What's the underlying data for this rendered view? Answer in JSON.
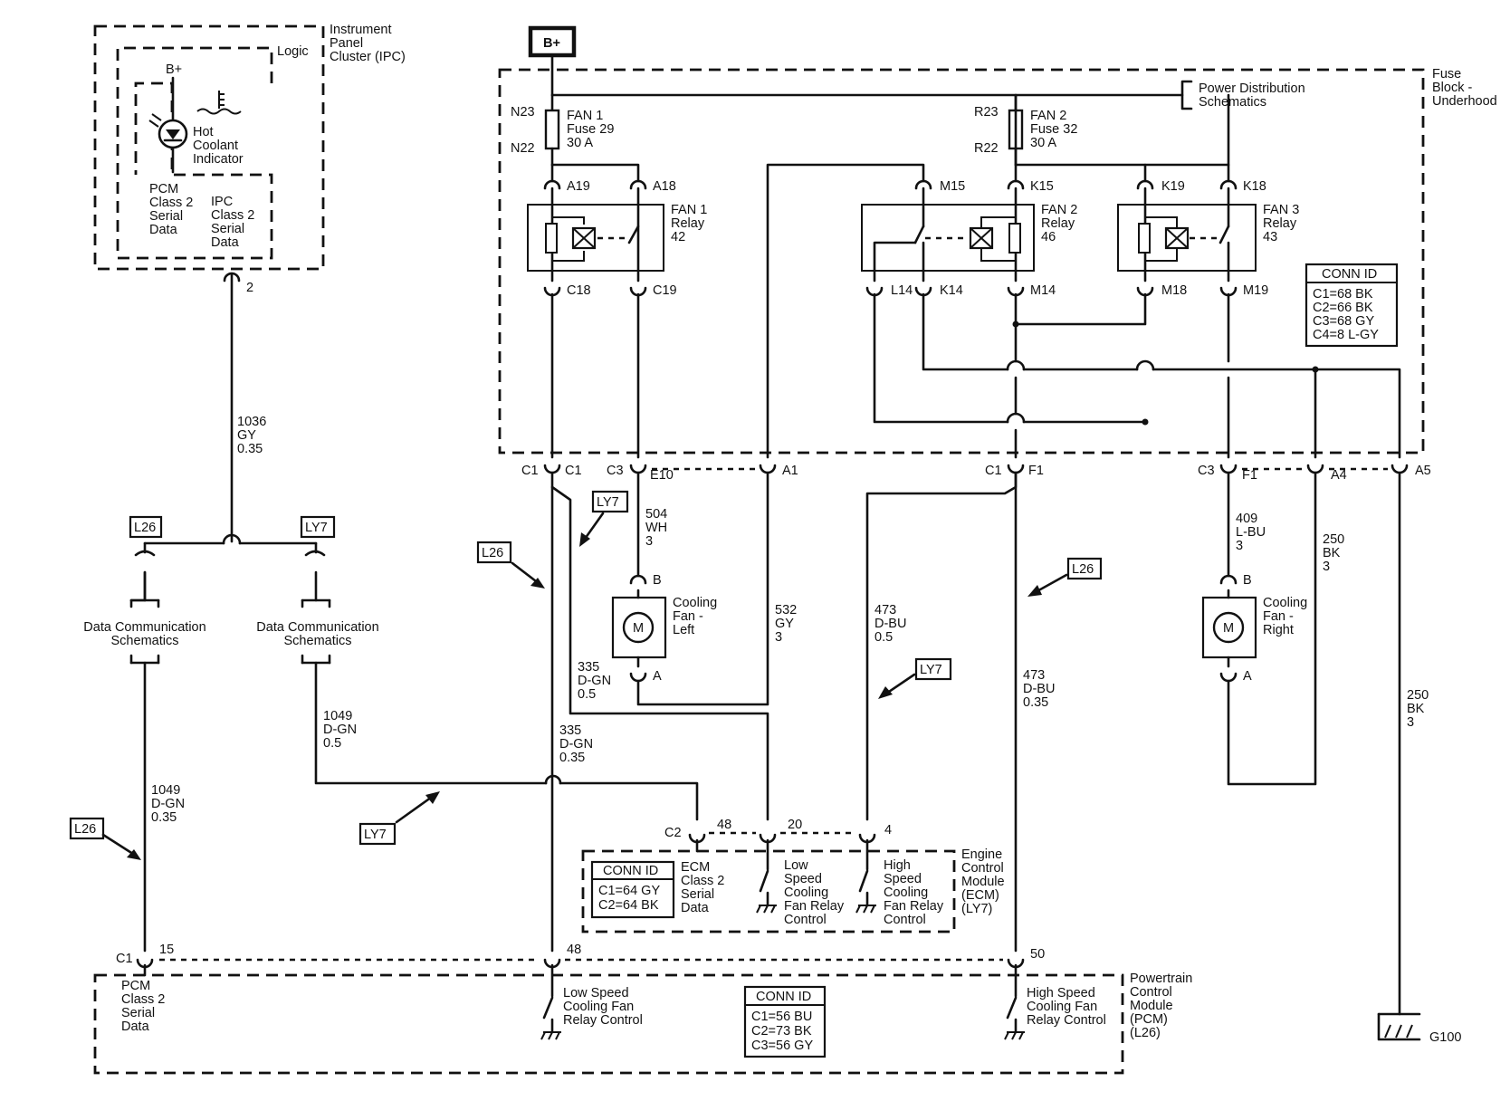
{
  "ipc": {
    "title_lines": [
      "Instrument",
      "Panel",
      "Cluster (IPC)"
    ],
    "logic": "Logic",
    "bplus": "B+",
    "indicator_lines": [
      "Hot",
      "Coolant",
      "Indicator"
    ],
    "pcm_serial_lines": [
      "PCM",
      "Class 2",
      "Serial",
      "Data"
    ],
    "ipc_serial_lines": [
      "IPC",
      "Class 2",
      "Serial",
      "Data"
    ],
    "pin": "2"
  },
  "bplus_label": "B+",
  "fuse_block": {
    "title_lines": [
      "Fuse",
      "Block -",
      "Underhood"
    ],
    "power_dist_lines": [
      "Power Distribution",
      "Schematics"
    ],
    "fuse1": {
      "top": "N23",
      "bottom": "N22",
      "lines": [
        "FAN 1",
        "Fuse 29",
        "30 A"
      ]
    },
    "fuse2": {
      "top": "R23",
      "bottom": "R22",
      "lines": [
        "FAN 2",
        "Fuse 32",
        "30 A"
      ]
    },
    "relay1": {
      "lines": [
        "FAN 1",
        "Relay",
        "42"
      ],
      "pins": [
        "A19",
        "A18",
        "C18",
        "C19"
      ]
    },
    "relay2": {
      "lines": [
        "FAN 2",
        "Relay",
        "46"
      ],
      "pins": [
        "M15",
        "K15",
        "L14",
        "K14",
        "M14"
      ]
    },
    "relay3": {
      "lines": [
        "FAN 3",
        "Relay",
        "43"
      ],
      "pins": [
        "K19",
        "K18",
        "M18",
        "M19"
      ]
    },
    "conn_id": {
      "title": "CONN ID",
      "rows": [
        "C1=68 BK",
        "C2=66 BK",
        "C3=68 GY",
        "C4=8 L-GY"
      ]
    },
    "bottom_pins": [
      "C1",
      "C1",
      "C3",
      "E10",
      "A1",
      "C1",
      "F1",
      "C3",
      "F1",
      "A4",
      "A5"
    ]
  },
  "tags": {
    "l26": "L26",
    "ly7": "LY7"
  },
  "data_comm": [
    "Data Communication",
    "Schematics"
  ],
  "wires": {
    "w1036": [
      "1036",
      "GY",
      "0.35"
    ],
    "w504": [
      "504",
      "WH",
      "3"
    ],
    "w532": [
      "532",
      "GY",
      "3"
    ],
    "w335a": [
      "335",
      "D-GN",
      "0.5"
    ],
    "w335b": [
      "335",
      "D-GN",
      "0.35"
    ],
    "w473a": [
      "473",
      "D-BU",
      "0.5"
    ],
    "w473b": [
      "473",
      "D-BU",
      "0.35"
    ],
    "w409": [
      "409",
      "L-BU",
      "3"
    ],
    "w250a": [
      "250",
      "BK",
      "3"
    ],
    "w250b": [
      "250",
      "BK",
      "3"
    ],
    "w1049a": [
      "1049",
      "D-GN",
      "0.5"
    ],
    "w1049b": [
      "1049",
      "D-GN",
      "0.35"
    ]
  },
  "motor_left": {
    "lines": [
      "Cooling",
      "Fan -",
      "Left"
    ],
    "top": "B",
    "bottom": "A",
    "symbol": "M"
  },
  "motor_right": {
    "lines": [
      "Cooling",
      "Fan -",
      "Right"
    ],
    "top": "B",
    "bottom": "A",
    "symbol": "M"
  },
  "ecm": {
    "title_lines": [
      "Engine",
      "Control",
      "Module",
      "(ECM)",
      "(LY7)"
    ],
    "conn_id": {
      "title": "CONN ID",
      "rows": [
        "C1=64 GY",
        "C2=64 BK"
      ]
    },
    "serial_lines": [
      "ECM",
      "Class 2",
      "Serial",
      "Data"
    ],
    "low_lines": [
      "Low",
      "Speed",
      "Cooling",
      "Fan Relay",
      "Control"
    ],
    "high_lines": [
      "High",
      "Speed",
      "Cooling",
      "Fan Relay",
      "Control"
    ],
    "pins": [
      "C2",
      "48",
      "20",
      "4"
    ]
  },
  "pcm": {
    "title_lines": [
      "Powertrain",
      "Control",
      "Module",
      "(PCM)",
      "(L26)"
    ],
    "serial_lines": [
      "PCM",
      "Class 2",
      "Serial",
      "Data"
    ],
    "low_lines": [
      "Low Speed",
      "Cooling Fan",
      "Relay Control"
    ],
    "high_lines": [
      "High Speed",
      "Cooling Fan",
      "Relay Control"
    ],
    "conn_id": {
      "title": "CONN ID",
      "rows": [
        "C1=56 BU",
        "C2=73 BK",
        "C3=56 GY"
      ]
    },
    "pins": [
      "C1",
      "15",
      "48",
      "50"
    ]
  },
  "ground": "G100"
}
